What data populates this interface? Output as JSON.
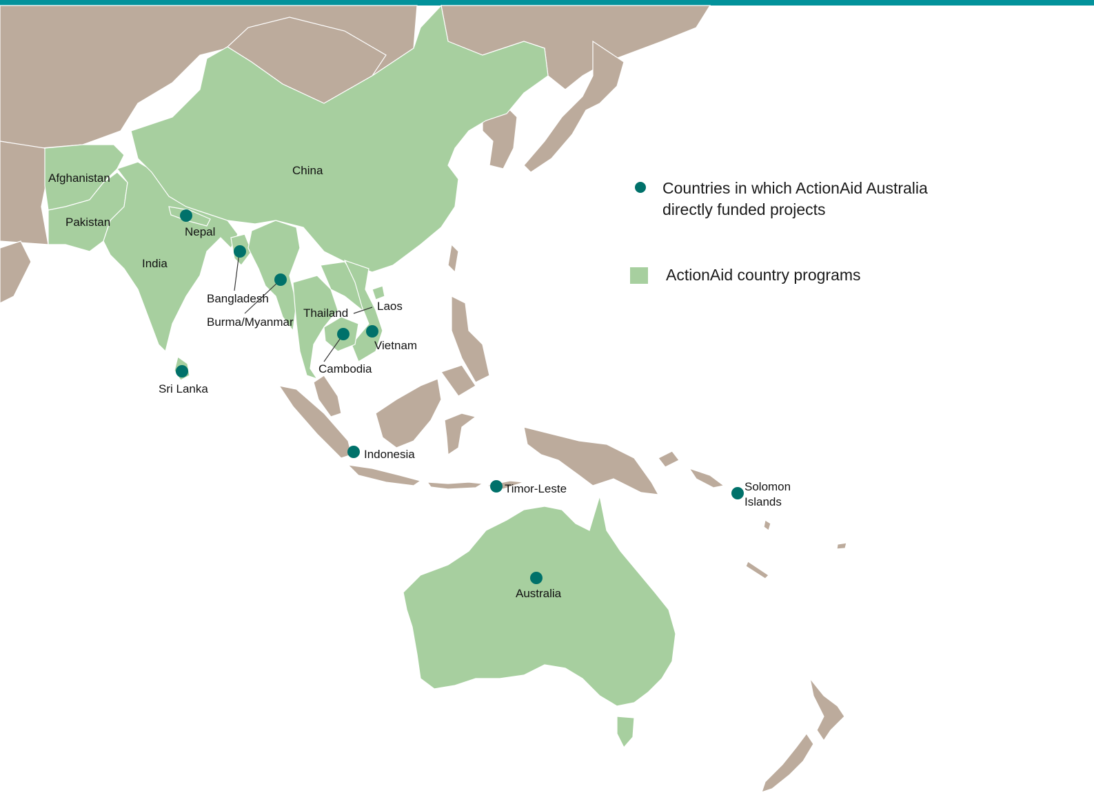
{
  "colors": {
    "top_bar": "#03929b",
    "land_other": "#bcab9c",
    "land_program": "#a7cf9f",
    "border": "#ffffff",
    "ocean": "#ffffff",
    "marker": "#00716a"
  },
  "legend": {
    "funded_label_line1": "Countries in which ActionAid Australia",
    "funded_label_line2": "directly funded projects",
    "programs_label": "ActionAid country programs"
  },
  "labels": {
    "afghanistan": "Afghanistan",
    "pakistan": "Pakistan",
    "china": "China",
    "nepal": "Nepal",
    "india": "India",
    "bangladesh": "Bangladesh",
    "burma": "Burma/Myanmar",
    "thailand": "Thailand",
    "laos": "Laos",
    "vietnam": "Vietnam",
    "cambodia": "Cambodia",
    "sri_lanka": "Sri Lanka",
    "indonesia": "Indonesia",
    "timor_leste": "Timor-Leste",
    "solomon_line1": "Solomon",
    "solomon_line2": "Islands",
    "australia": "Australia"
  }
}
